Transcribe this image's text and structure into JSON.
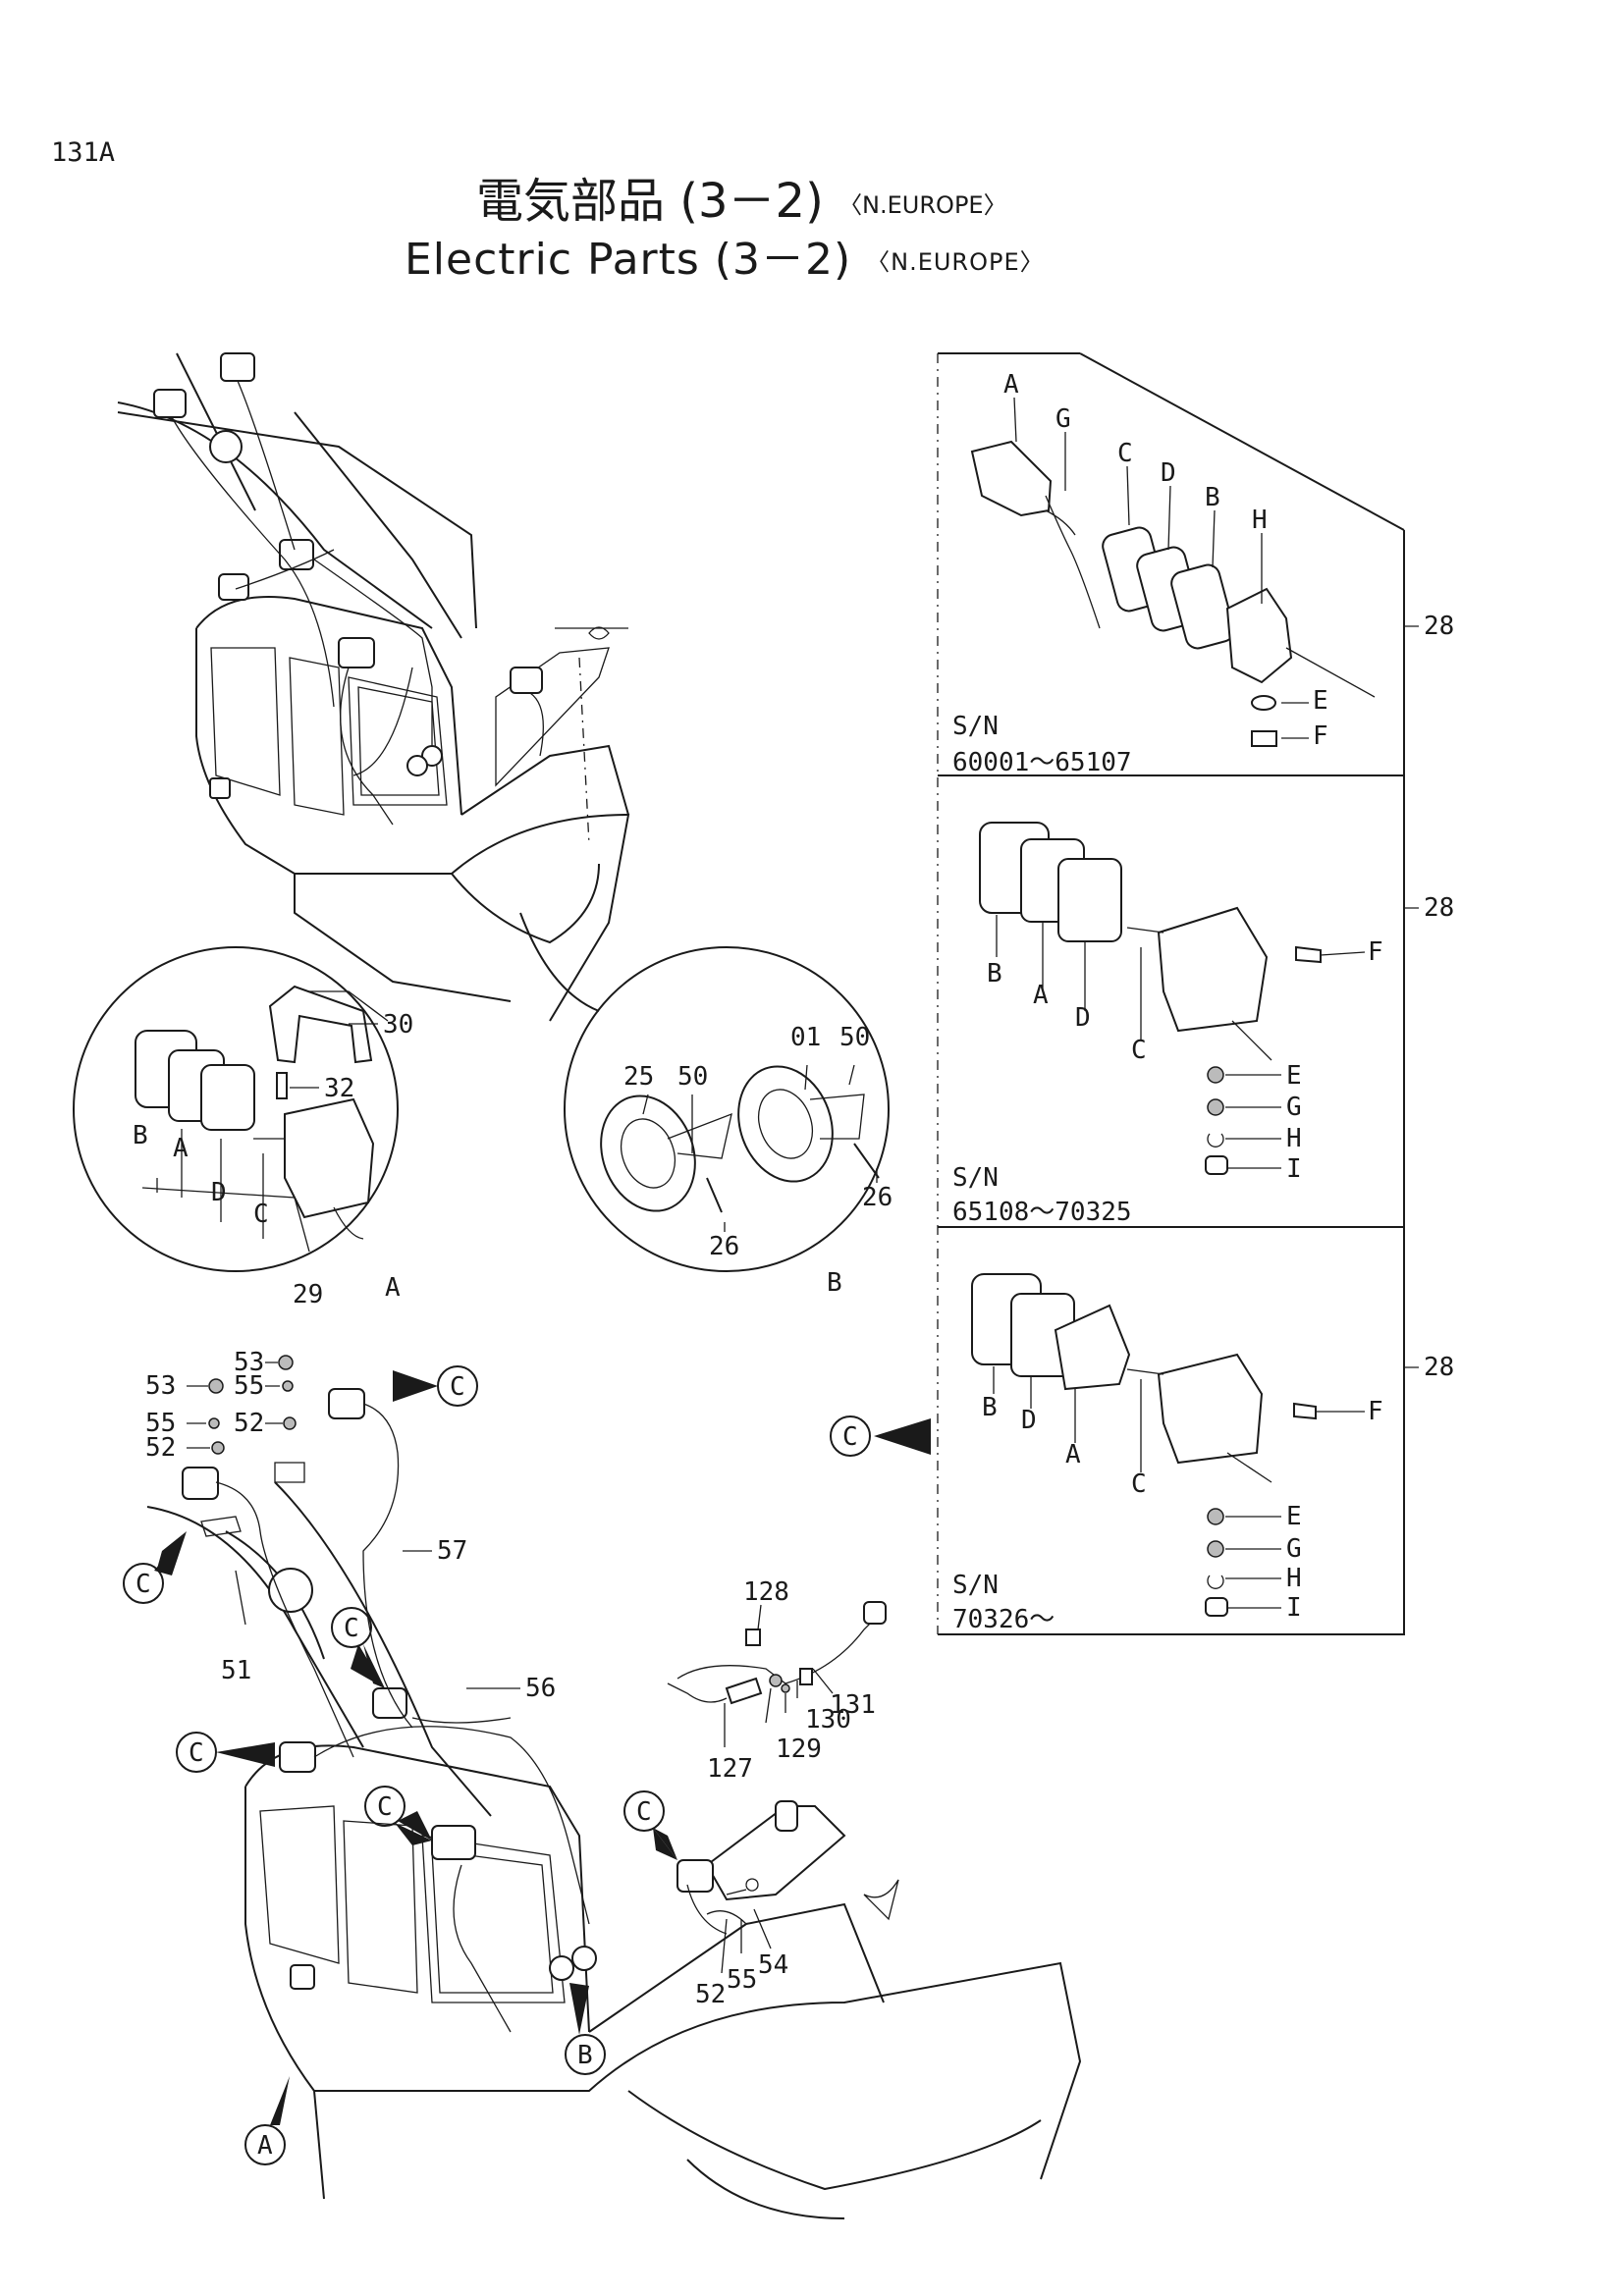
{
  "header": {
    "page_number": "131A",
    "title_jp": "電気部品 (3－2)",
    "title_en": "Electric Parts (3－2)",
    "region": "〈N.EUROPE〉"
  },
  "serials": {
    "box1_label": "S/N",
    "box1_range": "60001～65107",
    "box2_label": "S/N",
    "box2_range": "65108～70325",
    "box3_label": "S/N",
    "box3_range": "70326～"
  },
  "callouts": {
    "box1": [
      "A",
      "G",
      "C",
      "D",
      "B",
      "H",
      "E",
      "F",
      "28"
    ],
    "box2": [
      "B",
      "A",
      "D",
      "C",
      "F",
      "E",
      "G",
      "H",
      "I",
      "28"
    ],
    "box3": [
      "B",
      "D",
      "A",
      "C",
      "F",
      "E",
      "G",
      "H",
      "I",
      "28"
    ],
    "detail_A": [
      "30",
      "32",
      "B",
      "A",
      "D",
      "C",
      "29",
      "A"
    ],
    "detail_B": [
      "25",
      "50",
      "01",
      "50",
      "26",
      "26",
      "B"
    ],
    "lower": [
      "53",
      "53",
      "55",
      "55",
      "52",
      "52",
      "57",
      "51",
      "56",
      "128",
      "131",
      "130",
      "129",
      "127",
      "52",
      "55",
      "54"
    ],
    "markers": [
      "C",
      "C",
      "C",
      "C",
      "C",
      "C",
      "C",
      "B",
      "A"
    ]
  }
}
